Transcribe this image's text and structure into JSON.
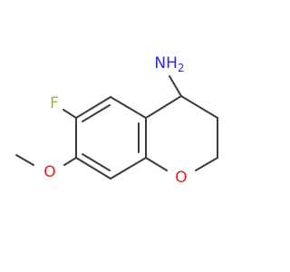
{
  "molecule": {
    "labels": {
      "amine": "NH",
      "amine_subscript": "2",
      "fluorine": "F",
      "ring_oxygen": "O",
      "methoxy_oxygen": "O"
    },
    "colors": {
      "bond": "#3b3b3b",
      "nitrogen": "#2c2ccc",
      "oxygen": "#e0201a",
      "fluorine": "#8fbf3a"
    }
  }
}
